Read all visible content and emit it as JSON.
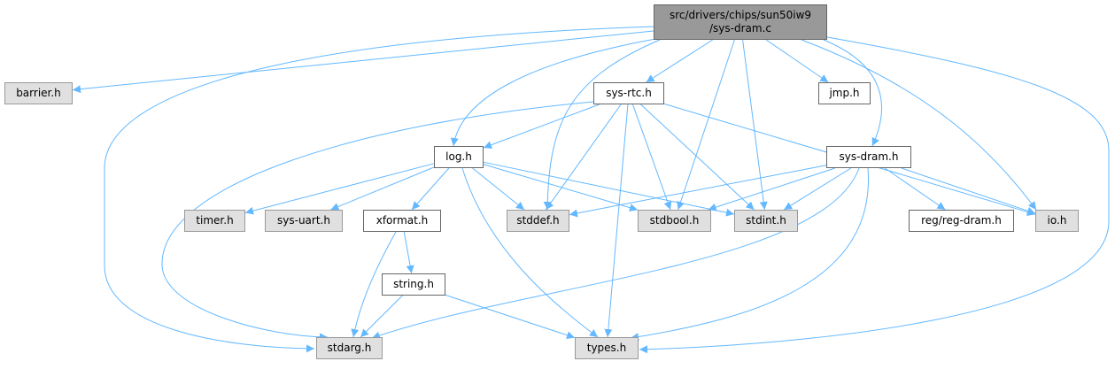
{
  "colors": {
    "edge": "#63b8ff",
    "root_fill": "#999999",
    "external_fill": "#e0e0e0",
    "internal_fill": "#ffffff"
  },
  "nodes": {
    "main": {
      "line1": "src/drivers/chips/sun50iw9",
      "line2": "/sys-dram.c"
    },
    "barrier": {
      "label": "barrier.h"
    },
    "sys_rtc": {
      "label": "sys-rtc.h"
    },
    "jmp": {
      "label": "jmp.h"
    },
    "log": {
      "label": "log.h"
    },
    "sys_dram": {
      "label": "sys-dram.h"
    },
    "timer": {
      "label": "timer.h"
    },
    "sys_uart": {
      "label": "sys-uart.h"
    },
    "xformat": {
      "label": "xformat.h"
    },
    "stddef": {
      "label": "stddef.h"
    },
    "stdbool": {
      "label": "stdbool.h"
    },
    "stdint": {
      "label": "stdint.h"
    },
    "reg_dram": {
      "label": "reg/reg-dram.h"
    },
    "io": {
      "label": "io.h"
    },
    "string": {
      "label": "string.h"
    },
    "stdarg": {
      "label": "stdarg.h"
    },
    "types": {
      "label": "types.h"
    }
  },
  "edges": [
    [
      "main",
      "barrier"
    ],
    [
      "main",
      "stdarg"
    ],
    [
      "main",
      "log"
    ],
    [
      "main",
      "stddef"
    ],
    [
      "main",
      "sys_rtc"
    ],
    [
      "main",
      "stdbool"
    ],
    [
      "main",
      "stdint"
    ],
    [
      "main",
      "jmp"
    ],
    [
      "main",
      "sys_dram"
    ],
    [
      "main",
      "io"
    ],
    [
      "main",
      "types"
    ],
    [
      "sys_rtc",
      "stdarg"
    ],
    [
      "sys_rtc",
      "log"
    ],
    [
      "sys_rtc",
      "stddef"
    ],
    [
      "sys_rtc",
      "types"
    ],
    [
      "sys_rtc",
      "stdbool"
    ],
    [
      "sys_rtc",
      "stdint"
    ],
    [
      "sys_rtc",
      "io"
    ],
    [
      "log",
      "timer"
    ],
    [
      "log",
      "sys_uart"
    ],
    [
      "log",
      "xformat"
    ],
    [
      "log",
      "stddef"
    ],
    [
      "log",
      "stdbool"
    ],
    [
      "log",
      "stdint"
    ],
    [
      "log",
      "types"
    ],
    [
      "sys_dram",
      "stddef"
    ],
    [
      "sys_dram",
      "stdbool"
    ],
    [
      "sys_dram",
      "stdint"
    ],
    [
      "sys_dram",
      "stdarg"
    ],
    [
      "sys_dram",
      "types"
    ],
    [
      "sys_dram",
      "reg_dram"
    ],
    [
      "sys_dram",
      "io"
    ],
    [
      "xformat",
      "stdarg"
    ],
    [
      "xformat",
      "string"
    ],
    [
      "string",
      "stdarg"
    ],
    [
      "string",
      "types"
    ]
  ]
}
